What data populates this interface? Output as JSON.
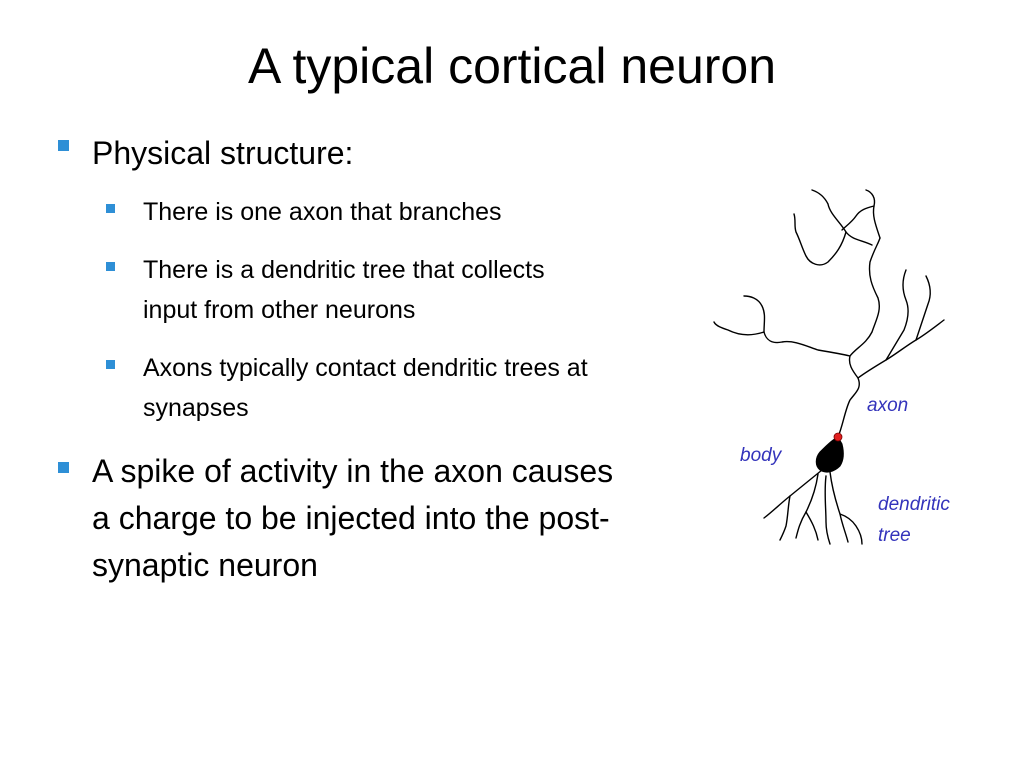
{
  "slide": {
    "title": "A typical cortical neuron"
  },
  "bullets": [
    {
      "level": 1,
      "text": "Physical structure:"
    },
    {
      "level": 2,
      "text": "There is one axon that branches"
    },
    {
      "level": 2,
      "text": "There is a dendritic tree that collects\ninput from other neurons"
    },
    {
      "level": 2,
      "text": "Axons typically contact dendritic trees at\nsynapses"
    },
    {
      "level": 1,
      "text": "A spike of activity in the axon causes\na charge to be injected into the post-\nsynaptic neuron"
    }
  ],
  "figure": {
    "labels": {
      "axon": "axon",
      "body": "body",
      "dendritic_line1": "dendritic",
      "dendritic_line2": "tree"
    },
    "colors": {
      "label": "#3333bb",
      "synapse": "#e02020",
      "stroke": "#000000",
      "bullet": "#2e8fd6"
    }
  }
}
